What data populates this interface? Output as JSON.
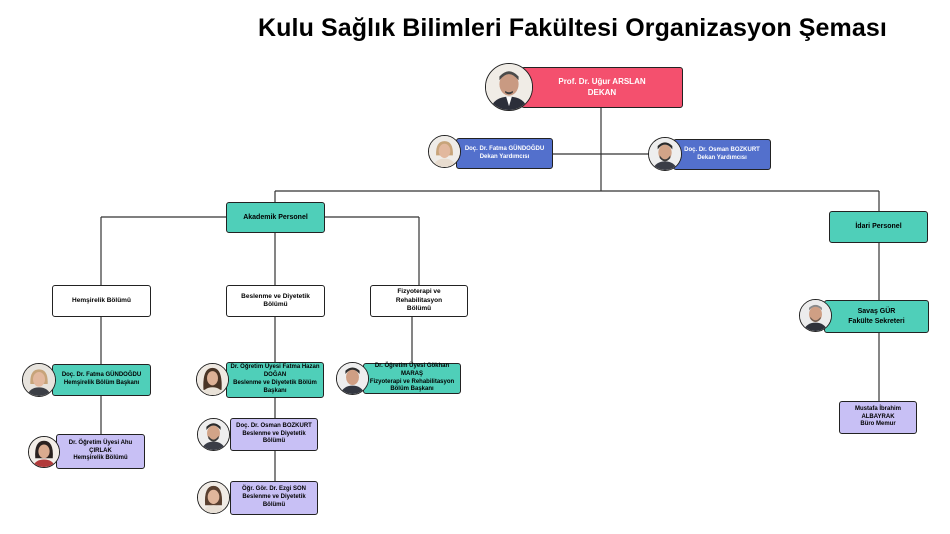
{
  "title": "Kulu Sağlık Bilimleri Fakültesi Organizasyon Şeması",
  "dean": {
    "name": "Prof. Dr. Uğur ARSLAN",
    "role": "DEKAN"
  },
  "vice_dean_1": {
    "name": "Doç. Dr. Fatma GÜNDOĞDU",
    "role": "Dekan Yardımcısı"
  },
  "vice_dean_2": {
    "name": "Doç. Dr. Osman BOZKURT",
    "role": "Dekan Yardımcısı"
  },
  "academic": {
    "label": "Akademik Personel"
  },
  "admin": {
    "label": "İdari Personel"
  },
  "dept_nursing": {
    "line1": "Hemşirelik Bölümü"
  },
  "dept_nutrition": {
    "line1": "Beslenme ve Diyetetik",
    "line2": "Bölümü"
  },
  "dept_physio": {
    "line1": "Fizyoterapi ve Rehabilitasyon",
    "line2": "Bölümü"
  },
  "nursing_head": {
    "name": "Doç. Dr. Fatma GÜNDOĞDU",
    "role": "Hemşirelik Bölüm Başkanı"
  },
  "nursing_member": {
    "name": "Dr. Öğretim Üyesi Ahu ÇIRLAK",
    "role": "Hemşirelik Bölümü"
  },
  "nutrition_head": {
    "name1": "Dr. Öğretim Üyesi Fatma Hazan",
    "name2": "DOĞAN",
    "role1": "Beslenme ve Diyetetik Bölüm",
    "role2": "Başkanı"
  },
  "nutrition_member_1": {
    "name": "Doç. Dr. Osman BOZKURT",
    "role": "Beslenme ve Diyetetik Bölümü"
  },
  "nutrition_member_2": {
    "name": "Öğr. Gör. Dr. Ezgi SON",
    "role": "Beslenme ve Diyetetik Bölümü"
  },
  "physio_head": {
    "name": "Dr. Öğretim Üyesi Gökhan MARAŞ",
    "role1": "Fizyoterapi ve Rehabilitasyon",
    "role2": "Bölüm Başkanı"
  },
  "secretary": {
    "name": "Savaş GÜR",
    "role": "Fakülte Sekreteri"
  },
  "office_staff": {
    "name": "Mustafa İbrahim ALBAYRAK",
    "role": "Büro Memur"
  },
  "colors": {
    "dean": "#f4506e",
    "vice_dean": "#5370cc",
    "head": "#4fcfb9",
    "department": "#ffffff",
    "member": "#c8c0f5"
  }
}
